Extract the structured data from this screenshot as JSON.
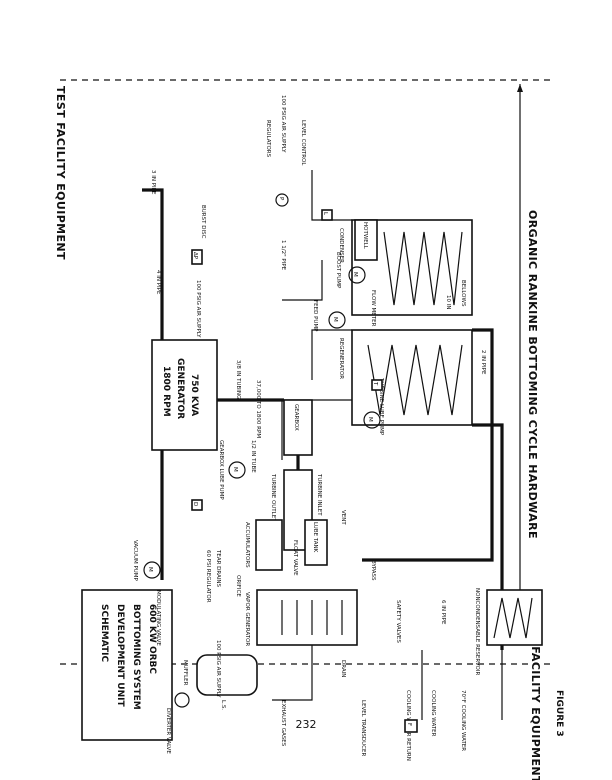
{
  "figure_label": "FIGURE 3",
  "page_number": "232",
  "title": "ORGANIC RANKINE BOTTOMING CYCLE HARDWARE",
  "zones": {
    "left": "TEST FACILITY EQUIPMENT",
    "right": "TEST FACILITY EQUIPMENT"
  },
  "schematic_title_lines": [
    "600 KW ORBC",
    "BOTTOMING SYSTEM",
    "DEVELOPMENT UNIT",
    "SCHEMATIC"
  ],
  "components": {
    "regenerator": "REGENERATOR",
    "condenser": "CONDENSER",
    "hotwell": "HOTWELL",
    "generator_lines": [
      "750 KVA",
      "GENERATOR",
      "1800 RPM"
    ],
    "accumulators": "ACCUMULATORS",
    "vacuum_pump": "VACUUM PUMP",
    "noncondensable_reservoir": "NONCONDENSABLE RESERVOIR",
    "muffler": "MUFFLER",
    "vapor_generator": "VAPOR GENERATOR",
    "feed_pump": "FEED PUMP",
    "turbine_lube_pump": "TURBINE LUBE PUMP",
    "gearbox_lube_pump": "GEARBOX LUBE PUMP",
    "gearbox": "GEARBOX",
    "turbine_inlet": "TURBINE INLET",
    "turbine_outlet": "TURBINE OUTLET",
    "lube_tank": "LUBE TANK",
    "safety_valves": "SAFETY VALVES",
    "bypass": "BYPASS",
    "drain": "DRAIN",
    "exhaust_gases": "EXHAUST GASES",
    "diverter_valve": "DIVERTER VALVE",
    "level_transducer": "LEVEL TRANSDUCER",
    "level_control": "LEVEL CONTROL",
    "burst_disc": "BURST DISC",
    "flow_meter": "FLOW METER",
    "boost_pump": "BOOST PUMP",
    "modulating_valve": "MODULATING VALVE",
    "orifice": "ORIFICE",
    "vent": "VENT",
    "float_valve": "FLOAT VALVE",
    "cooling_water": "COOLING WATER",
    "cooling_water_return": "COOLING WATER RETURN"
  },
  "annotations": {
    "air_supply_top": "100 PSIG AIR SUPPLY",
    "air_supply_left": "100 PSIG AIR SUPPLY",
    "air_supply_right": "100 PSIG AIR SUPPLY",
    "regulators": "REGULATORS",
    "pipe_3in": "3 IN PIPE",
    "pipe_2in": "2 IN PIPE",
    "pipe_4in": "4 IN PIPE",
    "pipe_6in": "6 IN PIPE",
    "pipe_10in": "10 IN",
    "pipe_1_5": "1 1/2\" PIPE",
    "tubing_3_8": "3/8 IN TUBING",
    "tubing_half": "1/2 IN TUBE",
    "bellows": "BELLOWS",
    "gearbox_rpm": "37,000 TO 1800 RPM",
    "cooling_inlet": "70°F COOLING WATER",
    "tear_drains": "TEAR DRAINS",
    "regulator_60": "60 PSI REGULATOR",
    "dp": "ΔP",
    "motor": "M",
    "pressure_gauge": "P",
    "temp": "T",
    "flow": "F",
    "level": "L",
    "drain_mark": "D",
    "ls_mark": "L.S."
  }
}
